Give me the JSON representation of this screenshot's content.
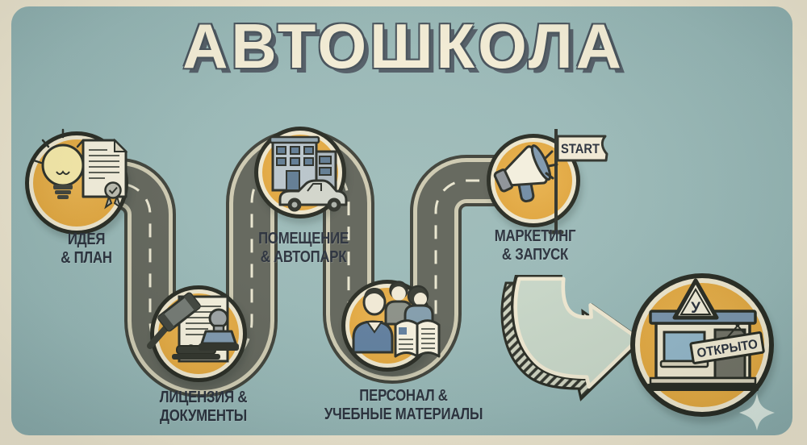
{
  "poster": {
    "title": "АВТОШКОЛА",
    "steps": [
      {
        "id": "idea-plan",
        "line1": "ИДЕЯ",
        "line2": "& ПЛАН",
        "icon": "lightbulb-document-icon"
      },
      {
        "id": "license-documents",
        "line1": "ЛИЦЕНЗИЯ &",
        "line2": "ДОКУМЕНТЫ",
        "icon": "gavel-stamp-icon"
      },
      {
        "id": "premises-fleet",
        "line1": "ПОМЕЩЕНИЕ",
        "line2": "& АВТОПАРК",
        "icon": "building-car-icon"
      },
      {
        "id": "staff-materials",
        "line1": "ПЕРСОНАЛ &",
        "line2": "УЧЕБНЫЕ МАТЕРИАЛЫ",
        "icon": "team-open-book-icon"
      },
      {
        "id": "marketing-launch",
        "line1": "МАРКЕТИНГ",
        "line2": "& ЗАПУСК",
        "icon": "megaphone-icon"
      }
    ],
    "flag_label": "START",
    "result": {
      "sign_label": "ОТКРЫТО",
      "plate_letter": "У",
      "icon": "driving-school-storefront-icon"
    },
    "colors": {
      "background": "#92b3b2",
      "paper_frame": "#eae2cb",
      "circle_fill": "#e2a83c",
      "ring_cream": "#ece4cb",
      "outline_dark": "#23261e",
      "road_asphalt": "#5e6157",
      "road_edge": "#ccc8af",
      "title_text": "#f2ebd3",
      "title_shadow": "#4d5761",
      "label_text": "#242b37",
      "arrow_fill": "#c5d4c5",
      "accent_blue": "#7590a8"
    }
  }
}
